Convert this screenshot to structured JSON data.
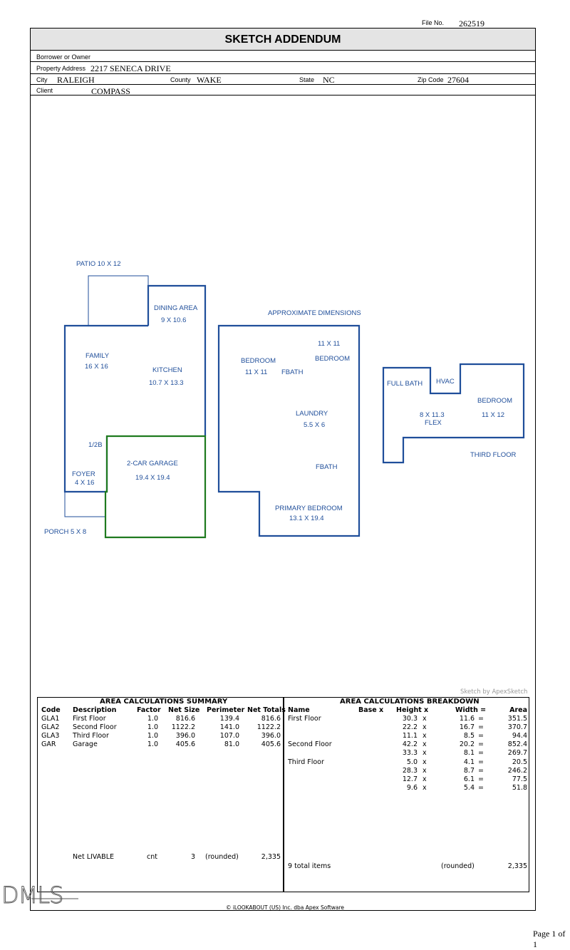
{
  "header": {
    "file_label": "File No.",
    "file_no": "262519",
    "title": "SKETCH ADDENDUM",
    "borrower_label": "Borrower or Owner",
    "address_label": "Property Address",
    "address": "2217 SENECA DRIVE",
    "city_label": "City",
    "city": "RALEIGH",
    "county_label": "County",
    "county": "WAKE",
    "state_label": "State",
    "state": "NC",
    "zip_label": "Zip Code",
    "zip": "27604",
    "client_label": "Client",
    "client": "COMPASS"
  },
  "sketch": {
    "heading": "APPROXIMATE DIMENSIONS",
    "first_floor": {
      "patio": "PATIO 10 X 12",
      "dining": "DINING AREA",
      "dining_dim": "9 X 10.6",
      "family": "FAMILY",
      "family_dim": "16 X 16",
      "kitchen": "KITCHEN",
      "kitchen_dim": "10.7 X 13.3",
      "half_bath": "1/2B",
      "garage": "2-CAR GARAGE",
      "garage_dim": "19.4 X 19.4",
      "foyer": "FOYER",
      "foyer_dim": "4 X 16",
      "porch": "PORCH 5 X 8"
    },
    "second_floor": {
      "bedroom1": "BEDROOM",
      "bedroom1_dim": "11 X 11",
      "fbath1": "FBATH",
      "bedroom2_dim": "11 X 11",
      "bedroom2": "BEDROOM",
      "laundry": "LAUNDRY",
      "laundry_dim": "5.5 X 6",
      "fbath2": "FBATH",
      "primary": "PRIMARY BEDROOM",
      "primary_dim": "13.1 X 19.4"
    },
    "third_floor": {
      "full_bath": "FULL BATH",
      "hvac": "HVAC",
      "bedroom": "BEDROOM",
      "bedroom_dim": "11 X 12",
      "flex_dim": "8 X 11.3",
      "flex": "FLEX",
      "label": "THIRD FLOOR"
    },
    "credit": "Sketch by ApexSketch",
    "colors": {
      "outline": "#1f4e9a",
      "garage": "#1f7a1f"
    }
  },
  "summary": {
    "caption": "AREA CALCULATIONS SUMMARY",
    "columns": [
      "Code",
      "Description",
      "Factor",
      "Net Size",
      "Perimeter",
      "Net Totals"
    ],
    "rows": [
      [
        "GLA1",
        "First Floor",
        "1.0",
        "816.6",
        "139.4",
        "816.6"
      ],
      [
        "GLA2",
        "Second Floor",
        "1.0",
        "1122.2",
        "141.0",
        "1122.2"
      ],
      [
        "GLA3",
        "Third Floor",
        "1.0",
        "396.0",
        "107.0",
        "396.0"
      ],
      [
        "GAR",
        "Garage",
        "1.0",
        "405.6",
        "81.0",
        "405.6"
      ]
    ],
    "net_label": "Net LIVABLE",
    "net_cnt": "cnt",
    "net_count": "3",
    "net_rounded": "(rounded)",
    "net_total": "2,335"
  },
  "breakdown": {
    "caption": "AREA CALCULATIONS BREAKDOWN",
    "columns": [
      "Name",
      "Base  x",
      "Height  x",
      "Width  =",
      "Area"
    ],
    "rows": [
      [
        "First Floor",
        "30.3",
        "x",
        "11.6",
        "=",
        "351.5"
      ],
      [
        "",
        "22.2",
        "x",
        "16.7",
        "=",
        "370.7"
      ],
      [
        "",
        "11.1",
        "x",
        "8.5",
        "=",
        "94.4"
      ],
      [
        "Second Floor",
        "42.2",
        "x",
        "20.2",
        "=",
        "852.4"
      ],
      [
        "",
        "33.3",
        "x",
        "8.1",
        "=",
        "269.7"
      ],
      [
        "Third Floor",
        "5.0",
        "x",
        "4.1",
        "=",
        "20.5"
      ],
      [
        "",
        "28.3",
        "x",
        "8.7",
        "=",
        "246.2"
      ],
      [
        "",
        "12.7",
        "x",
        "6.1",
        "=",
        "77.5"
      ],
      [
        "",
        "9.6",
        "x",
        "5.4",
        "=",
        "51.8"
      ]
    ],
    "total_label": "9 total items",
    "total_rounded": "(rounded)",
    "total_value": "2,335"
  },
  "footer": {
    "copyright": "© iLOOKABOUT (US) Inc. dba Apex Software",
    "page": "Page 1 of 1",
    "watermark": "DMLS"
  }
}
